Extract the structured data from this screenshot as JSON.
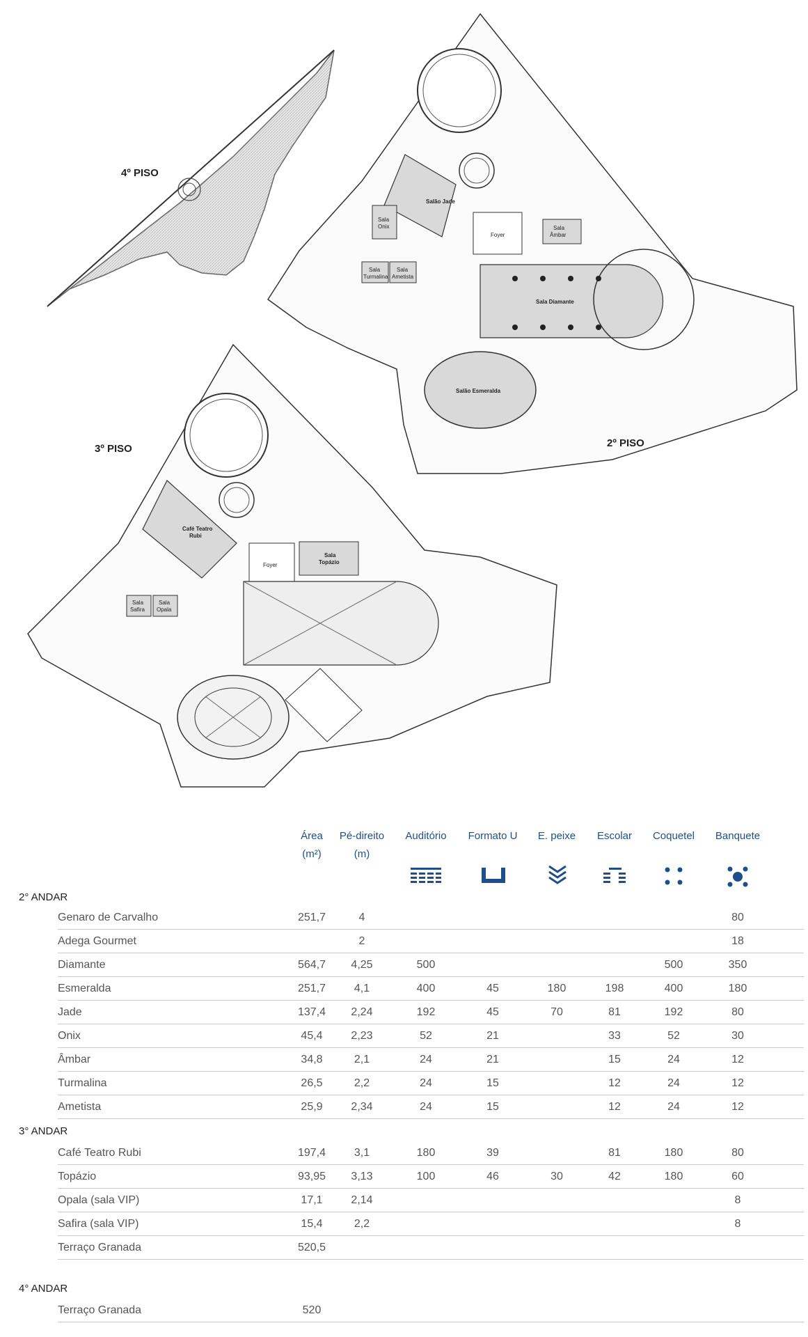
{
  "floors": {
    "piso4": "4º PISO",
    "piso3": "3º PISO",
    "piso2": "2º PISO"
  },
  "rooms": {
    "salao_jade": "Salão Jade",
    "sala_onix_1": "Sala",
    "sala_onix_2": "Onix",
    "foyer": "Foyer",
    "sala_ambar_1": "Sala",
    "sala_ambar_2": "Âmbar",
    "sala_turmalina_1": "Sala",
    "sala_turmalina_2": "Turmalina",
    "sala_ametista_1": "Sala",
    "sala_ametista_2": "Ametista",
    "sala_diamante": "Sala Diamante",
    "salao_esmeralda": "Salão Esmeralda",
    "cafe_1": "Café Teatro",
    "cafe_2": "Rubi",
    "foyer3": "Foyer",
    "sala_topazio_1": "Sala",
    "sala_topazio_2": "Topázio",
    "sala_safira_1": "Sala",
    "sala_safira_2": "Safira",
    "sala_opala_1": "Sala",
    "sala_opala_2": "Opala"
  },
  "table": {
    "headers": [
      {
        "l1": "Área",
        "l2": "(m²)"
      },
      {
        "l1": "Pé-direito",
        "l2": "(m)"
      },
      {
        "l1": "Auditório",
        "icon": "auditorio-icon"
      },
      {
        "l1": "Formato U",
        "icon": "formato-u-icon"
      },
      {
        "l1": "E. peixe",
        "icon": "espinha-peixe-icon"
      },
      {
        "l1": "Escolar",
        "icon": "escolar-icon"
      },
      {
        "l1": "Coquetel",
        "icon": "coquetel-icon"
      },
      {
        "l1": "Banquete",
        "icon": "banquete-icon"
      }
    ],
    "header_color": "#1f4f8a",
    "sections": [
      {
        "title": "2° ANDAR",
        "rows": [
          {
            "name": "Genaro de Carvalho",
            "v": [
              "251,7",
              "4",
              "",
              "",
              "",
              "",
              "",
              "80"
            ]
          },
          {
            "name": "Adega Gourmet",
            "v": [
              "",
              "2",
              "",
              "",
              "",
              "",
              "",
              "18"
            ]
          },
          {
            "name": "Diamante",
            "v": [
              "564,7",
              "4,25",
              "500",
              "",
              "",
              "",
              "500",
              "350"
            ]
          },
          {
            "name": "Esmeralda",
            "v": [
              "251,7",
              "4,1",
              "400",
              "45",
              "180",
              "198",
              "400",
              "180"
            ]
          },
          {
            "name": "Jade",
            "v": [
              "137,4",
              "2,24",
              "192",
              "45",
              "70",
              "81",
              "192",
              "80"
            ]
          },
          {
            "name": "Onix",
            "v": [
              "45,4",
              "2,23",
              "52",
              "21",
              "",
              "33",
              "52",
              "30"
            ]
          },
          {
            "name": "Âmbar",
            "v": [
              "34,8",
              "2,1",
              "24",
              "21",
              "",
              "15",
              "24",
              "12"
            ]
          },
          {
            "name": "Turmalina",
            "v": [
              "26,5",
              "2,2",
              "24",
              "15",
              "",
              "12",
              "24",
              "12"
            ]
          },
          {
            "name": "Ametista",
            "v": [
              "25,9",
              "2,34",
              "24",
              "15",
              "",
              "12",
              "24",
              "12"
            ]
          }
        ]
      },
      {
        "title": "3° ANDAR",
        "rows": [
          {
            "name": "Café Teatro Rubi",
            "v": [
              "197,4",
              "3,1",
              "180",
              "39",
              "",
              "81",
              "180",
              "80"
            ]
          },
          {
            "name": "Topázio",
            "v": [
              "93,95",
              "3,13",
              "100",
              "46",
              "30",
              "42",
              "180",
              "60"
            ]
          },
          {
            "name": "Opala (sala VIP)",
            "v": [
              "17,1",
              "2,14",
              "",
              "",
              "",
              "",
              "",
              "8"
            ]
          },
          {
            "name": "Safira (sala VIP)",
            "v": [
              "15,4",
              "2,2",
              "",
              "",
              "",
              "",
              "",
              "8"
            ]
          },
          {
            "name": "Terraço Granada",
            "v": [
              "520,5",
              "",
              "",
              "",
              "",
              "",
              "",
              ""
            ]
          }
        ]
      },
      {
        "title": "4° ANDAR",
        "rows": [
          {
            "name": "Terraço Granada",
            "v": [
              "520",
              "",
              "",
              "",
              "",
              "",
              "",
              ""
            ]
          }
        ]
      }
    ]
  }
}
